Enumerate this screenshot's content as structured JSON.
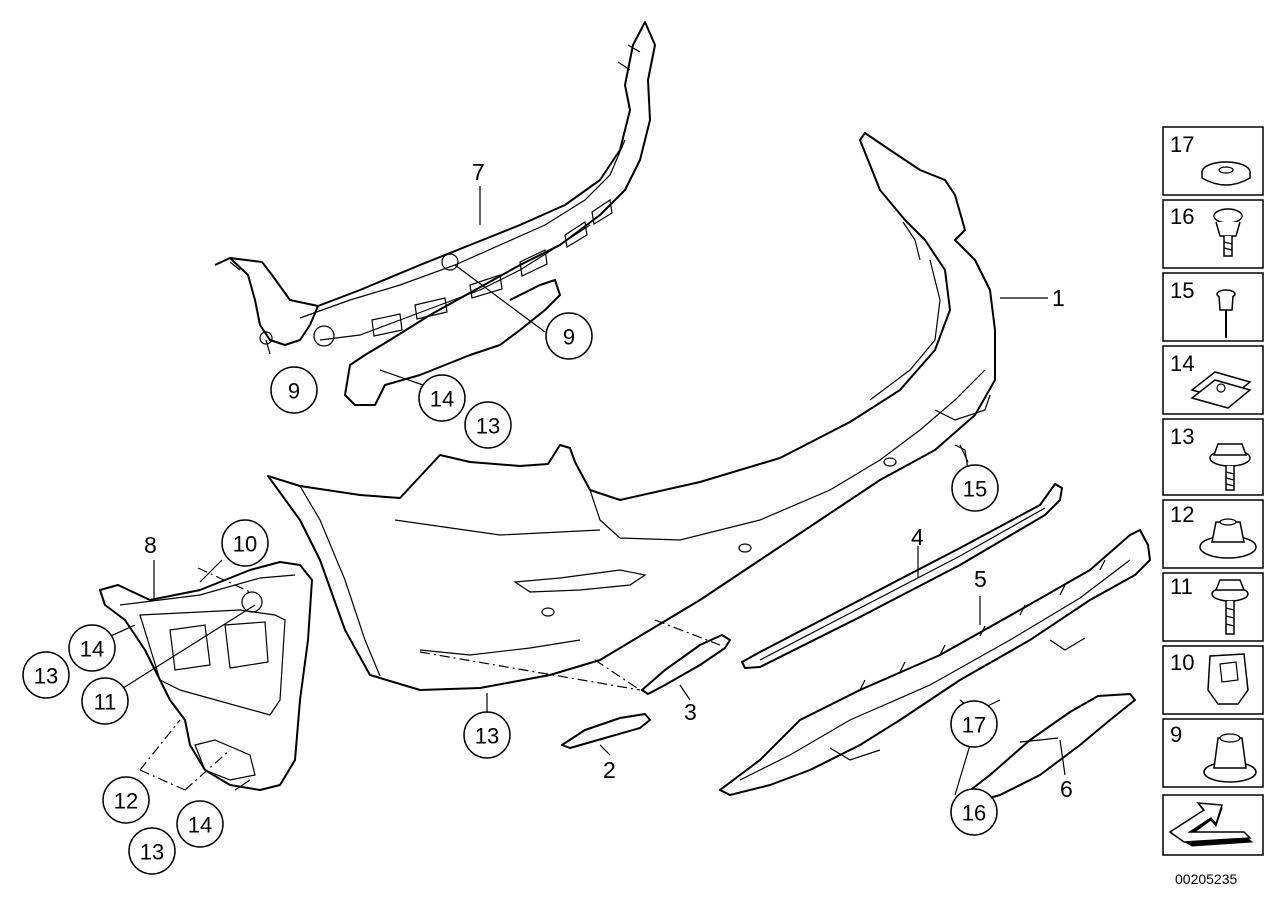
{
  "part_labels": [
    {
      "text": "1"
    },
    {
      "text": "2"
    },
    {
      "text": "3"
    },
    {
      "text": "4"
    },
    {
      "text": "5"
    },
    {
      "text": "6"
    },
    {
      "text": "7"
    },
    {
      "text": "8"
    }
  ],
  "callouts": [
    {
      "text": "9"
    },
    {
      "text": "9"
    },
    {
      "text": "14"
    },
    {
      "text": "13"
    },
    {
      "text": "15"
    },
    {
      "text": "10"
    },
    {
      "text": "14"
    },
    {
      "text": "13"
    },
    {
      "text": "11"
    },
    {
      "text": "13"
    },
    {
      "text": "17"
    },
    {
      "text": "16"
    },
    {
      "text": "12"
    },
    {
      "text": "14"
    },
    {
      "text": "13"
    }
  ],
  "fastener_panel": [
    "17",
    "16",
    "15",
    "14",
    "13",
    "12",
    "11",
    "10",
    "9"
  ],
  "diagram_number": "00205235"
}
